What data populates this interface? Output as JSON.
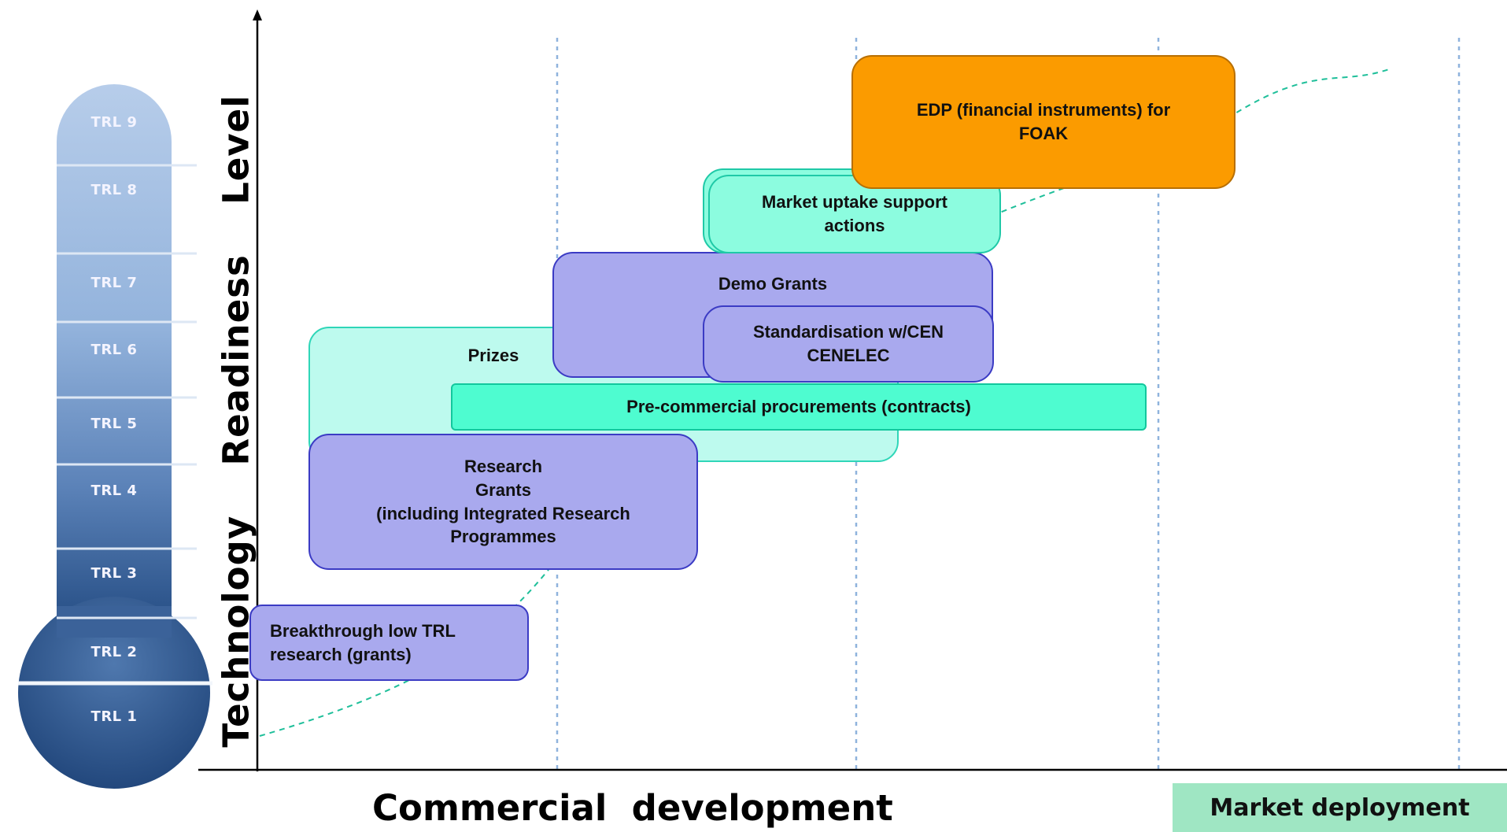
{
  "trl_levels": [
    "TRL 9",
    "TRL 8",
    "TRL 7",
    "TRL 6",
    "TRL 5",
    "TRL 4",
    "TRL 3",
    "TRL 2",
    "TRL 1"
  ],
  "y_axis_label": {
    "word1": "Technology",
    "word2": "Readiness",
    "word3": "Level"
  },
  "x_axis_label": "Commercial  development",
  "market_label": "Market deployment",
  "colors": {
    "thermometer_top": "#b7cdea",
    "thermometer_bottom": "#274f86",
    "grant_purple": "#a9a9ee",
    "prize_mint": "#bdfaee",
    "market_aqua": "#8cfcdf",
    "procurement_green": "#4efcd0",
    "edp_orange": "#fb9b00",
    "guide_lines": "#8fb3dd",
    "curve": "#1fbf9a",
    "market_fill": "#9fe6c3"
  },
  "boxes": {
    "edp": [
      "EDP (financial instruments) for",
      "FOAK"
    ],
    "market_uptake": [
      "Market uptake support",
      "actions"
    ],
    "demo": "Demo Grants",
    "standardisation": [
      "Standardisation w/CEN",
      "CENELEC"
    ],
    "prizes": "Prizes",
    "procurement": "Pre-commercial procurements (contracts)",
    "research": [
      "Research",
      "Grants",
      "(including Integrated Research",
      "Programmes"
    ],
    "breakthrough": [
      "Breakthrough low TRL",
      "research (grants)"
    ]
  }
}
